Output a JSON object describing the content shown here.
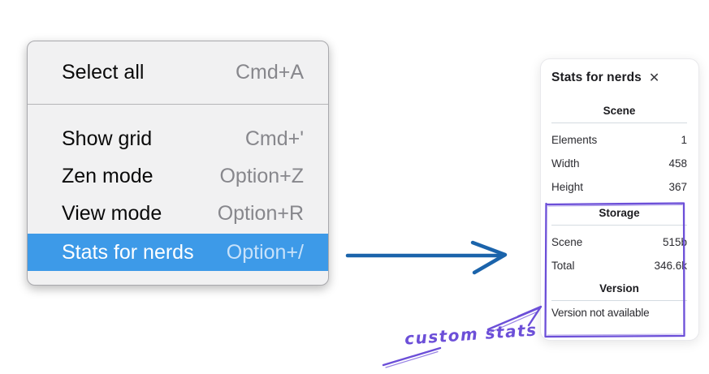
{
  "menu": {
    "items": [
      {
        "label": "Select all",
        "shortcut": "Cmd+A"
      },
      {
        "label": "Show grid",
        "shortcut": "Cmd+'"
      },
      {
        "label": "Zen mode",
        "shortcut": "Option+Z"
      },
      {
        "label": "View mode",
        "shortcut": "Option+R"
      },
      {
        "label": "Stats for nerds",
        "shortcut": "Option+/",
        "highlighted": true
      }
    ]
  },
  "stats_panel": {
    "title": "Stats for nerds",
    "sections": [
      {
        "heading": "Scene",
        "rows": [
          [
            "Elements",
            "1"
          ],
          [
            "Width",
            "458"
          ],
          [
            "Height",
            "367"
          ]
        ]
      },
      {
        "heading": "Storage",
        "rows": [
          [
            "Scene",
            "515b"
          ],
          [
            "Total",
            "346.6k"
          ]
        ]
      },
      {
        "heading": "Version",
        "note": "Version not available"
      }
    ]
  },
  "annotation": {
    "label": "custom stats"
  },
  "icons": {
    "close": "✕"
  },
  "colors": {
    "menu_highlight": "#3d9ae8",
    "blue_arrow": "#1b64ab",
    "annotation_purple": "#6c4fd8"
  }
}
